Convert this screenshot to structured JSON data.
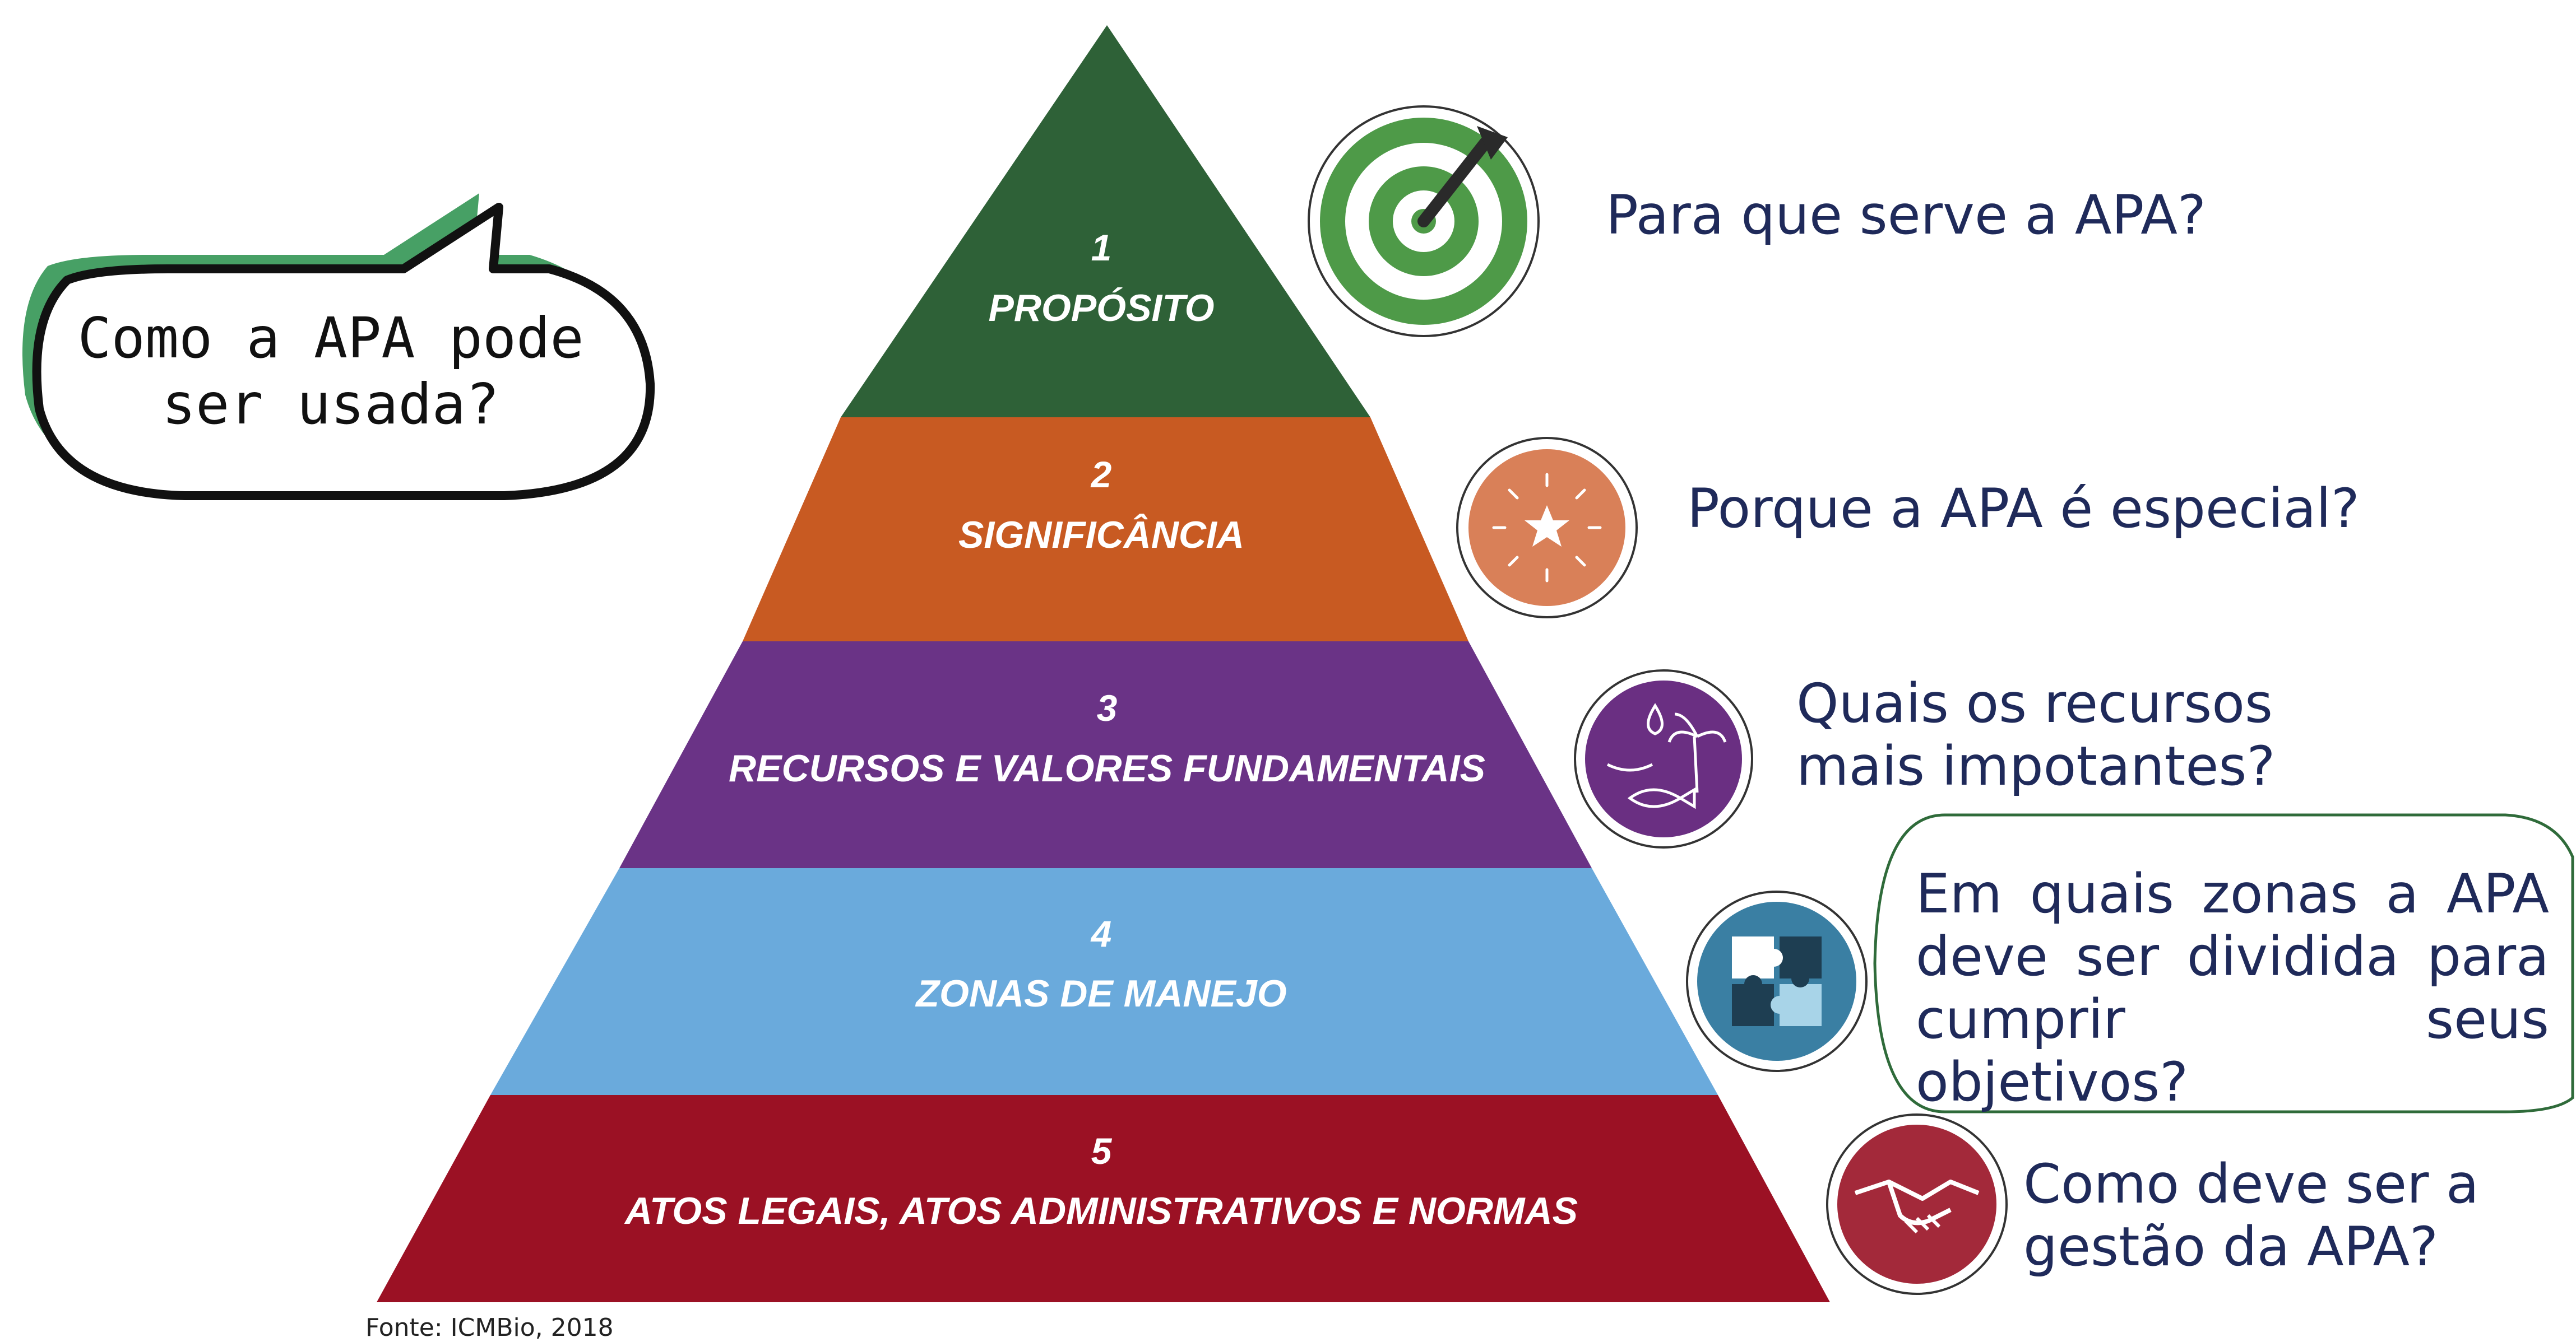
{
  "speech_bubble": {
    "text": "Como a APA pode ser usada?"
  },
  "pyramid": {
    "levels": [
      {
        "number": "1",
        "name": "PROPÓSITO",
        "color": "#2e6137"
      },
      {
        "number": "2",
        "name": "SIGNIFICÂNCIA",
        "color": "#c85a22"
      },
      {
        "number": "3",
        "name": "RECURSOS E VALORES FUNDAMENTAIS",
        "color": "#6a3386"
      },
      {
        "number": "4",
        "name": "ZONAS DE MANEJO",
        "color": "#6aaadc"
      },
      {
        "number": "5",
        "name": "ATOS LEGAIS, ATOS ADMINISTRATIVOS E NORMAS",
        "color": "#9b1124"
      }
    ]
  },
  "questions": [
    {
      "text": "Para que serve a APA?",
      "icon": "target-icon"
    },
    {
      "text": "Porque a APA é especial?",
      "icon": "star-burst-icon"
    },
    {
      "text": "Quais os recursos mais impotantes?",
      "icon": "natural-resources-icon"
    },
    {
      "text": "Em quais zonas a APA deve ser dividida para cumprir seus objetivos?",
      "icon": "puzzle-icon"
    },
    {
      "text": "Como deve ser a gestão da APA?",
      "icon": "handshake-icon"
    }
  ],
  "source": "Fonte: ICMBio, 2018"
}
